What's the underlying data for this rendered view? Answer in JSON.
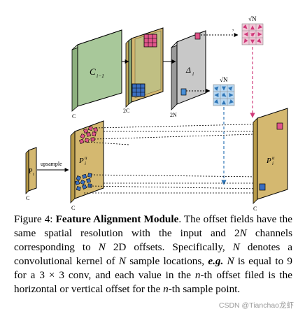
{
  "figure": {
    "labels": {
      "c_im1": "C",
      "c_im1_sub": "i−1",
      "p_i": "P",
      "p_i_sub": "i",
      "p_iu_mid": "P",
      "p_iu_mid_sub": "i",
      "p_iu_mid_sup": "u",
      "p_iu_right": "P",
      "p_iu_right_sub": "i",
      "p_iu_right_sup": "u",
      "delta": "Δ",
      "delta_sub": "i",
      "upsample": "upsample",
      "sqrtN": "√N",
      "ch_c1": "C",
      "ch_2c": "2C",
      "ch_2n": "2N",
      "ch_c2": "C",
      "ch_c3": "C",
      "ch_c4": "C"
    },
    "colors": {
      "green": "#a8c89a",
      "tan": "#d4b870",
      "gray": "#c8c8c8",
      "pink": "#e8a0b8",
      "blue": "#8fc0e8",
      "arrow_blue": "#2e75b6",
      "arrow_pink": "#d03a7a"
    }
  },
  "caption": {
    "fig_label": "Figure 4:",
    "title": "Feature Alignment Module",
    "t1": ".  The offset fields have the same spatial resolution with the input and 2",
    "N1": "N",
    "t2": " channels corresponding to ",
    "N2": "N",
    "t3": " 2D offsets.  Specifically, ",
    "N3": "N",
    "t4": " denotes a convolutional kernel of ",
    "N4": "N",
    "t5": " sample locations, ",
    "eg": "e.g.",
    "N5": "N",
    "t6": " is equal to 9 for a 3 × 3 conv, and each value in the ",
    "n1": "n",
    "t7": "-th offset filed is the horizontal or vertical offset for the ",
    "n2": "n",
    "t8": "-th sample point."
  },
  "watermark": "CSDN @Tianchao龙虾"
}
